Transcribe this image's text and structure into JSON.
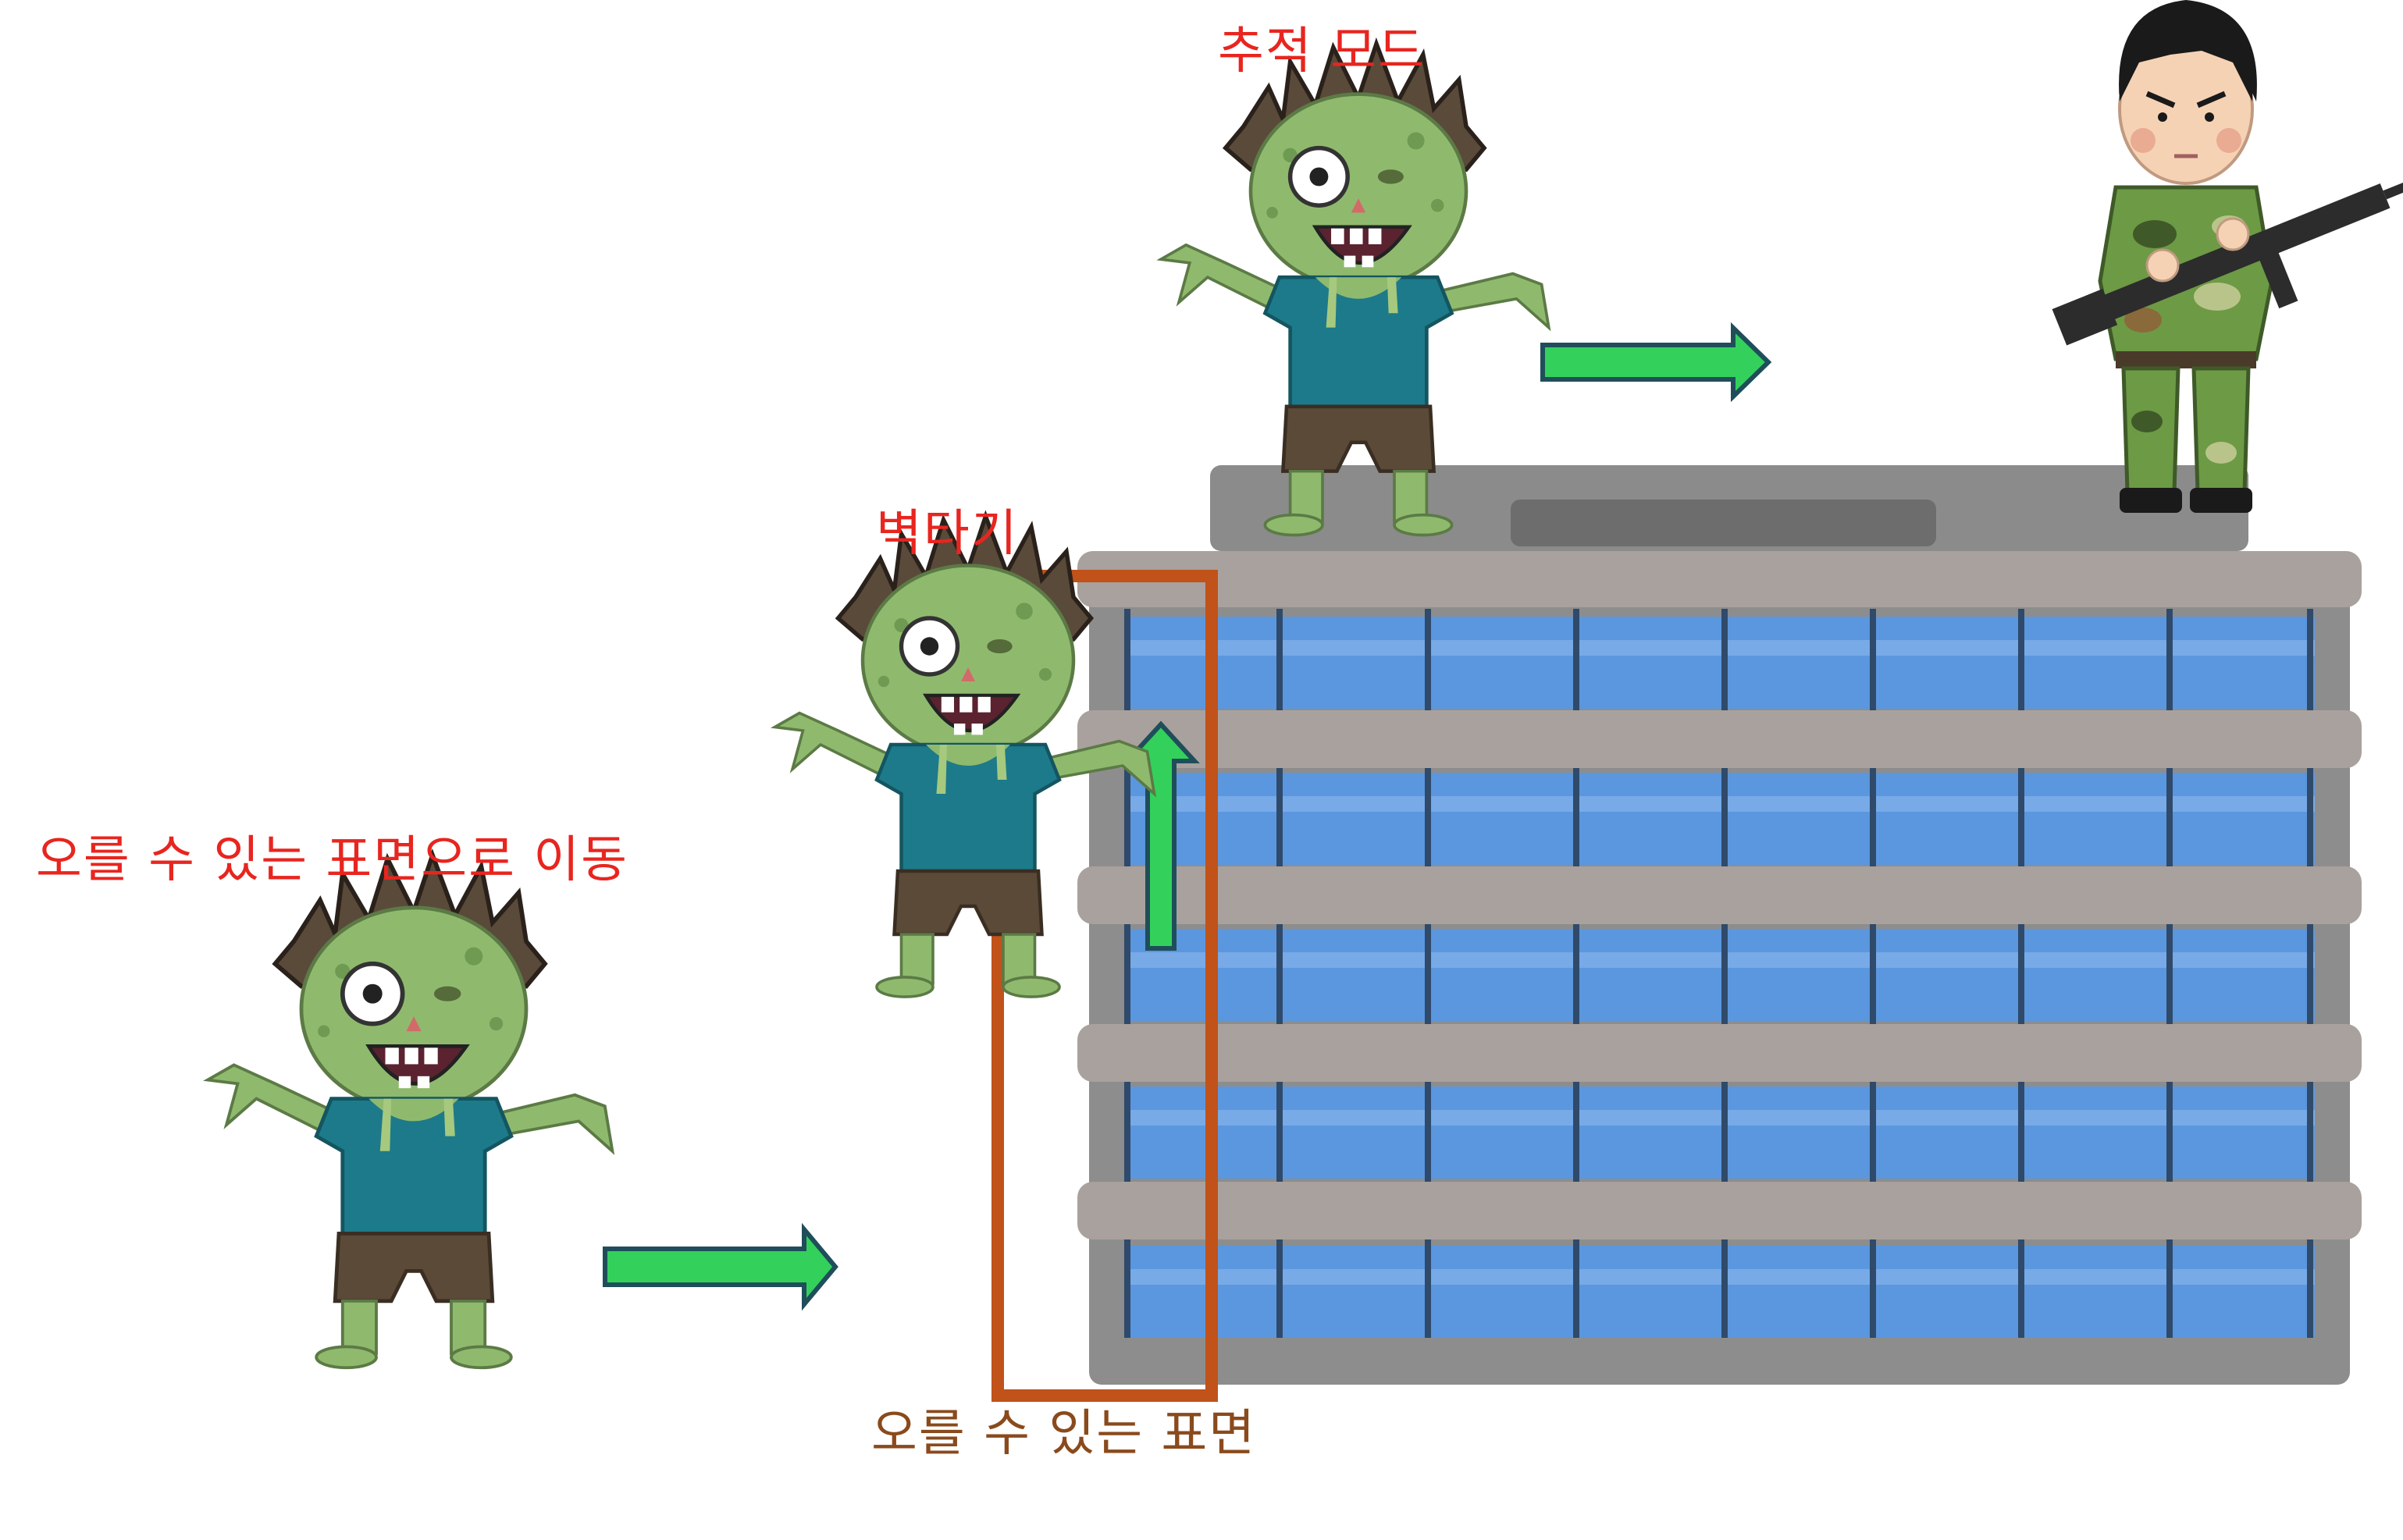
{
  "labels": {
    "move_to_surface": "오를 수 있는 표면으로 이동",
    "wall_climb": "벽타기",
    "tracking_mode": "추적 모드",
    "climbable_surface": "오를 수 있는 표면"
  },
  "colors": {
    "label_red": "#e8251f",
    "label_brown": "#8a4a1c",
    "surface_box": "#c0521a",
    "arrow_fill": "#33d15c",
    "arrow_stroke": "#1f4e5a",
    "building_frame": "#a9a19d",
    "window_blue": "#5a97de",
    "zombie_skin": "#8fba6e",
    "zombie_shirt": "#1d7a8a",
    "soldier_camo": "#5f8a3a"
  },
  "icons": [
    "zombie-icon",
    "soldier-icon",
    "office-building-icon",
    "arrow-right-icon",
    "arrow-up-icon"
  ]
}
